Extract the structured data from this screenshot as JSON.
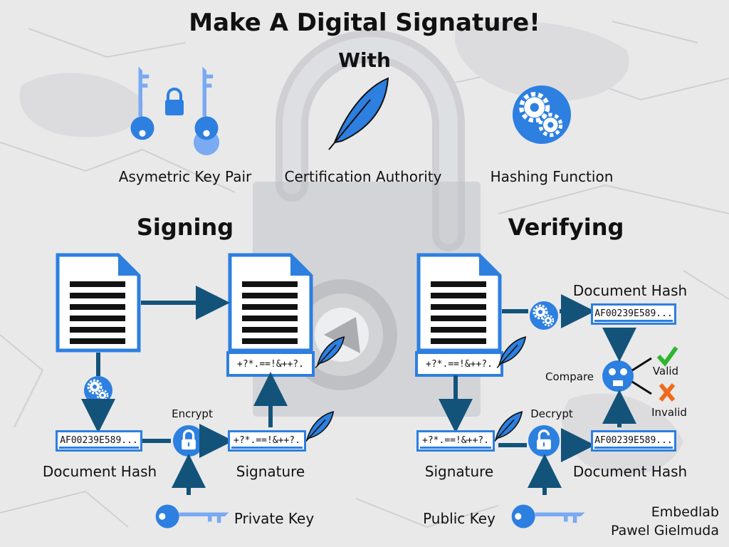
{
  "title": "Make A Digital Signature!",
  "subtitle": "With",
  "components": {
    "key_pair": "Asymetric Key Pair",
    "ca": "Certification Authority",
    "hashing": "Hashing Function"
  },
  "signing": {
    "heading": "Signing",
    "hash_value": "AF00239E589...",
    "hash_label": "Document Hash",
    "encrypt_label": "Encrypt",
    "signature_value": "+?*.==!&++?.",
    "signature_label": "Signature",
    "key_label": "Private Key"
  },
  "verifying": {
    "heading": "Verifying",
    "hash_top_label": "Document Hash",
    "hash_top_value": "AF00239E589...",
    "signature_value": "+?*.==!&++?.",
    "signature_label": "Signature",
    "decrypt_label": "Decrypt",
    "hash_bottom_value": "AF00239E589...",
    "hash_bottom_label": "Document Hash",
    "compare_label": "Compare",
    "valid_label": "Valid",
    "invalid_label": "Invalid",
    "key_label": "Public Key"
  },
  "credits": {
    "line1": "Embedlab",
    "line2": "Pawel Gielmuda"
  },
  "colors": {
    "accent": "#2d7fe0",
    "arrow": "#13537a",
    "key_light": "#7aaaf2",
    "valid": "#2fb52f",
    "invalid": "#f06a1e"
  }
}
